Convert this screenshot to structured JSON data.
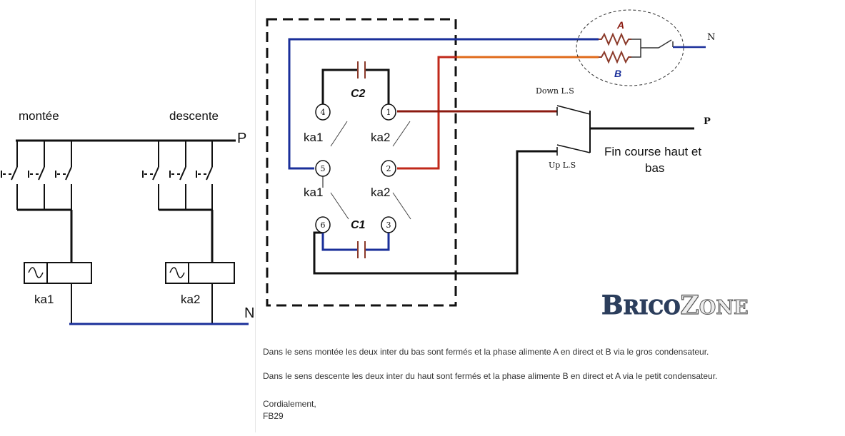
{
  "left_diagram": {
    "label_up": "montée",
    "label_down": "descente",
    "phase_label": "P",
    "neutral_label": "N",
    "relay1_label": "ka1",
    "relay2_label": "ka2"
  },
  "right_diagram": {
    "motor_winding_a": "A",
    "motor_winding_b": "B",
    "neutral_label": "N",
    "phase_label": "P",
    "down_ls_label": "Down L.S",
    "up_ls_label": "Up L.S",
    "limit_switch_caption_line1": "Fin course haut et",
    "limit_switch_caption_line2": "bas",
    "capacitor_c2": "C2",
    "capacitor_c1": "C1",
    "contact_ka1_upper": "ka1",
    "contact_ka2_upper": "ka2",
    "contact_ka1_lower": "ka1",
    "contact_ka2_lower": "ka2",
    "terminals": [
      "1",
      "2",
      "3",
      "4",
      "5",
      "6"
    ]
  },
  "logo": {
    "text": "BricoZone"
  },
  "message": {
    "line1": "Dans le sens montée les deux inter du bas sont fermés et la phase alimente A en direct et B via le gros condensateur.",
    "line2": "Dans le sens descente les deux inter du haut sont fermés et la phase alimente B en direct et A via le petit condensateur.",
    "closing": "Cordialement,",
    "signature": "FB29"
  },
  "colors": {
    "neutral_wire": "#1a2f9a",
    "phase_b_wire": "#e06a1a",
    "phase_wire_dark_red": "#8b1a10",
    "phase_wire_red": "#c0281a",
    "capacitor": "#8b3a2a",
    "logo_dark": "#2c3e5c",
    "logo_light": "#d9d9d9"
  }
}
